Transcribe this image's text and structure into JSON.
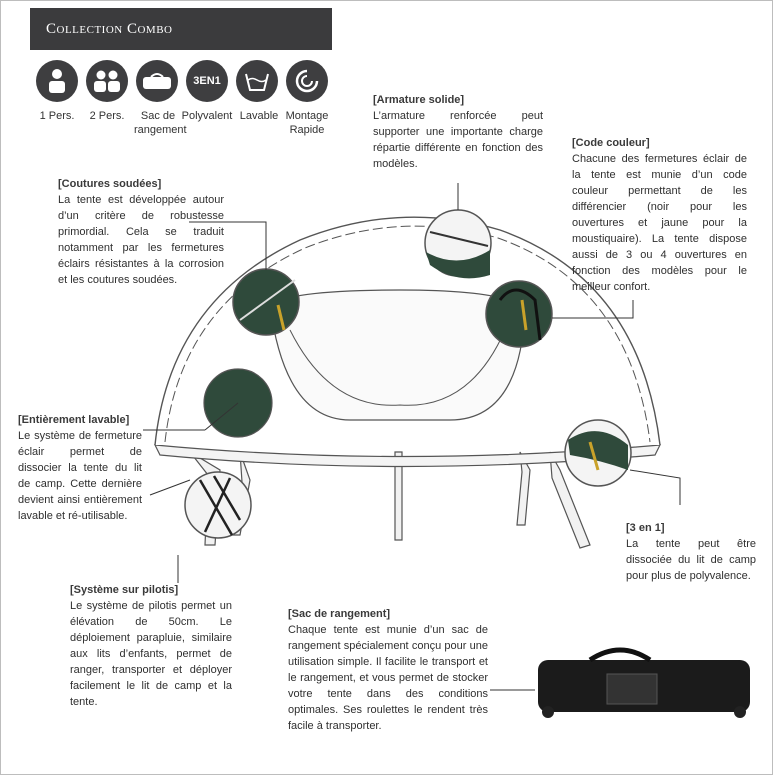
{
  "banner": {
    "title": "Collection Combo"
  },
  "icons": [
    {
      "name": "one-person-icon",
      "label": "1 Pers."
    },
    {
      "name": "two-persons-icon",
      "label": "2 Pers."
    },
    {
      "name": "bag-icon",
      "label": "Sac de rangement"
    },
    {
      "name": "three-in-one-icon",
      "glyph": "3EN1",
      "label": "Polyvalent"
    },
    {
      "name": "washable-icon",
      "label": "Lavable"
    },
    {
      "name": "quick-setup-icon",
      "label": "Montage Rapide"
    }
  ],
  "sections": {
    "armature": {
      "title": "[Armature solide]",
      "text": "L’armature renforcée peut supporter une importante charge répartie différente en fonction des modèles."
    },
    "code": {
      "title": "[Code couleur]",
      "text": "Chacune des fermetures éclair de la tente est munie d’un code couleur permettant de les différencier (noir pour les ouvertures et jaune pour la moustiquaire). La tente dispose aussi de 3 ou 4 ouvertures en fonction des modèles pour le meilleur confort."
    },
    "coutures": {
      "title": "[Coutures soudées]",
      "text": "La tente est développée autour d’un critère de robustesse primordial. Cela se traduit notamment par les fermetures éclairs résistantes à la corrosion et les coutures soudées."
    },
    "lavable": {
      "title": "[Entièrement lavable]",
      "text": "Le système de fermeture éclair permet de dissocier la tente du lit de camp. Cette dernière devient ainsi entièrement lavable et ré-utilisable."
    },
    "trois": {
      "title": "[3 en 1]",
      "text": "La tente peut être dissociée du lit de camp pour plus de polyvalence."
    },
    "pilotis": {
      "title": "[Système sur pilotis]",
      "text": "Le système de pilotis permet un élévation de 50cm. Le déploiement parapluie, similaire aux lits d’enfants, permet de ranger, transporter et déployer facilement le lit de camp et la tente."
    },
    "sac": {
      "title": "[Sac de rangement]",
      "text": "Chaque tente est munie d’un sac de rangement spécialement conçu pour une utilisation simple. Il facilite le transport et le rangement, et vous permet de stocker votre tente dans des conditions optimales. Ses roulettes le rendent très facile à transporter."
    }
  }
}
